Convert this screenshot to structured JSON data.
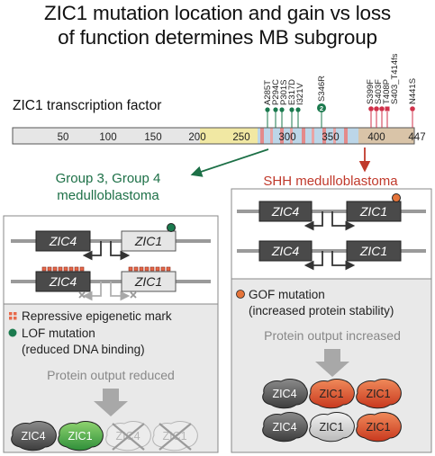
{
  "header": {
    "title_line1": "ZIC1 mutation location and gain vs loss",
    "title_line2": "of function determines MB subgroup"
  },
  "protein": {
    "label": "ZIC1 transcription factor",
    "ticks": [
      "50",
      "100",
      "150",
      "200",
      "250",
      "300",
      "350",
      "400",
      "447"
    ],
    "mutations_left": [
      "A285T",
      "P294C",
      "P301S",
      "E317D",
      "I321V",
      "S346R"
    ],
    "mutations_right": [
      "S399F",
      "S403F",
      "T408P",
      "S403_T414fs",
      "N441S"
    ],
    "marker_count_label": "2"
  },
  "left_panel": {
    "heading_line1": "Group 3, Group 4",
    "heading_line2": "medulloblastoma",
    "gene_a": "ZIC4",
    "gene_b": "ZIC1",
    "legend_epigenetic": "Repressive epigenetic mark",
    "legend_lof_line1": "LOF mutation",
    "legend_lof_line2": "(reduced DNA binding)",
    "outcome": "Protein output reduced",
    "blobs": [
      "ZIC4",
      "ZIC1",
      "ZIC4",
      "ZIC1"
    ]
  },
  "right_panel": {
    "heading": "SHH medulloblastoma",
    "gene_a": "ZIC4",
    "gene_b": "ZIC1",
    "legend_gof_line1": "GOF mutation",
    "legend_gof_line2": "(increased protein stability)",
    "outcome": "Protein output increased",
    "blobs_row1": [
      "ZIC4",
      "ZIC1",
      "ZIC1"
    ],
    "blobs_row2": [
      "ZIC4",
      "ZIC1",
      "ZIC1"
    ]
  },
  "colors": {
    "lof_green": "#1b7a4e",
    "gof_orange": "#e5743a",
    "shh_red": "#c0392b",
    "group_green": "#1d7047",
    "mutation_right_red": "#d0314a"
  }
}
